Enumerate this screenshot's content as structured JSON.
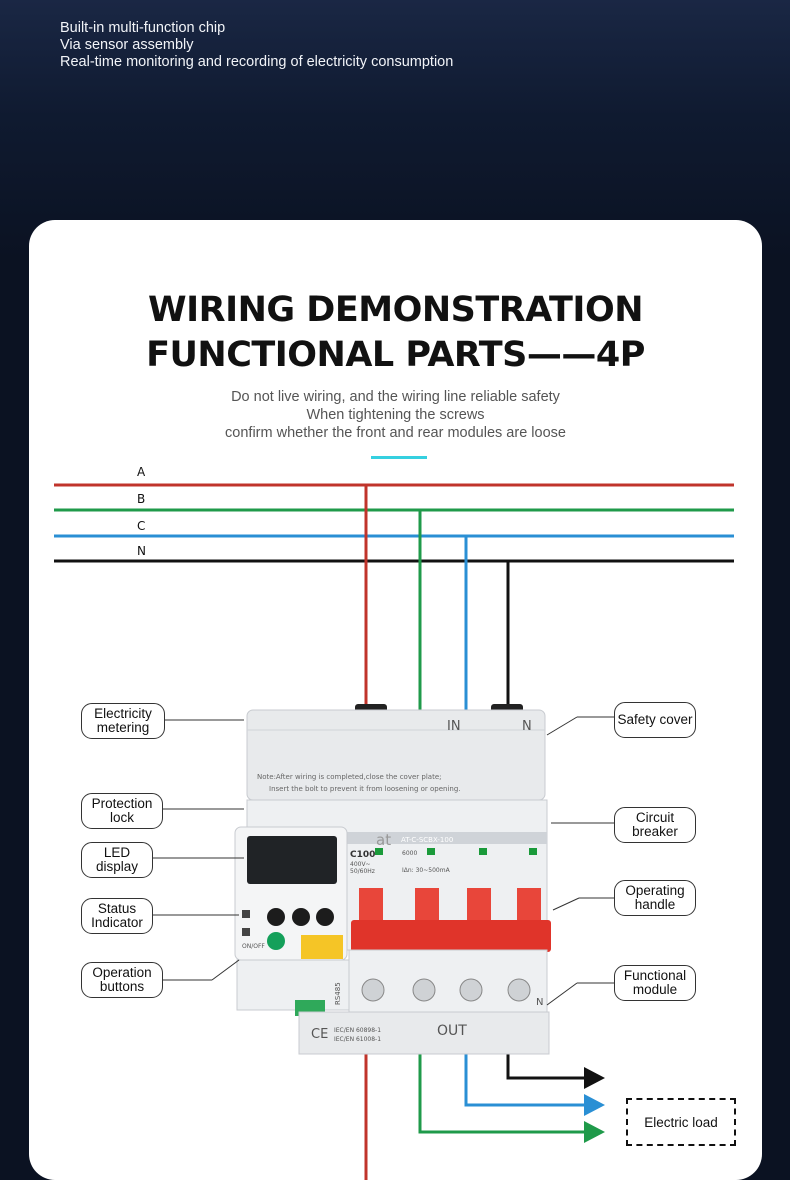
{
  "hero": {
    "lines": [
      "Built-in multi-function chip",
      "Via sensor assembly",
      "Real-time monitoring and recording of electricity consumption"
    ]
  },
  "card": {
    "title_line1": "WIRING DEMONSTRATION",
    "title_line2": "FUNCTIONAL PARTS——4P",
    "subtitle": [
      "Do not live wiring, and the wiring line reliable safety",
      "When tightening the screws",
      "confirm whether the front and rear modules are loose"
    ],
    "accent_color": "#35d0e0"
  },
  "phases": {
    "a": {
      "label": "A",
      "color": "#c0342b"
    },
    "b": {
      "label": "B",
      "color": "#1f9a4a"
    },
    "c": {
      "label": "C",
      "color": "#2a8fd4"
    },
    "n": {
      "label": "N",
      "color": "#111111"
    }
  },
  "callouts": {
    "electricity_metering": "Electricity metering",
    "protection_lock": "Protection lock",
    "led_display": "LED display",
    "status_indicator": "Status Indicator",
    "operation_buttons": "Operation buttons",
    "safety_cover": "Safety cover",
    "circuit_breaker": "Circuit breaker",
    "operating_handle": "Operating handle",
    "functional_module": "Functional module"
  },
  "device": {
    "cover_in": "IN",
    "cover_n": "N",
    "cover_note_1": "Note:After wiring is completed,close the cover plate;",
    "cover_note_2": "Insert the bolt to prevent it from loosening or opening.",
    "brand": "at",
    "model": "AT-C-SCBX-100",
    "rating": "C100",
    "voltage": "400V~",
    "frequency": "50/60Hz",
    "breaking": "6000",
    "leakage": "IΔn: 30~500mA",
    "on_off": "ON/OFF",
    "rs485": "RS485",
    "out_label": "OUT",
    "bottom_n": "N",
    "ce": "CE",
    "std_1": "IEC/EN 60898-1",
    "std_2": "IEC/EN 61008-1"
  },
  "load": {
    "label": "Electric load"
  }
}
